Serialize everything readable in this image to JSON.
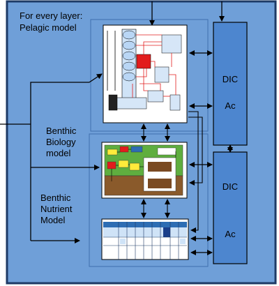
{
  "labels": {
    "pelagic_line1": "For every layer:",
    "pelagic_line2": "Pelagic model",
    "benthic_biology_line1": "Benthic",
    "benthic_biology_line2": "Biology",
    "benthic_biology_line3": "model",
    "benthic_nutrient_line1": "Benthic",
    "benthic_nutrient_line2": "Nutrient",
    "benthic_nutrient_line3": "Model"
  },
  "dic_boxes": {
    "upper": {
      "line1": "DIC",
      "line2": "Ac"
    },
    "lower": {
      "line1": "DIC",
      "line2": "Ac"
    }
  },
  "colors": {
    "background": "#6f9fd8",
    "outer_border": "#1e3a66",
    "dic_fill": "#4d86cf",
    "arrow": "#000000",
    "panel_fill": "#ffffff",
    "pelagic_accent": "#e21c1c",
    "bio_soil": "#8a5a2b",
    "bio_water": "#3a8f3a",
    "nutrient_header": "#2d6db3"
  }
}
